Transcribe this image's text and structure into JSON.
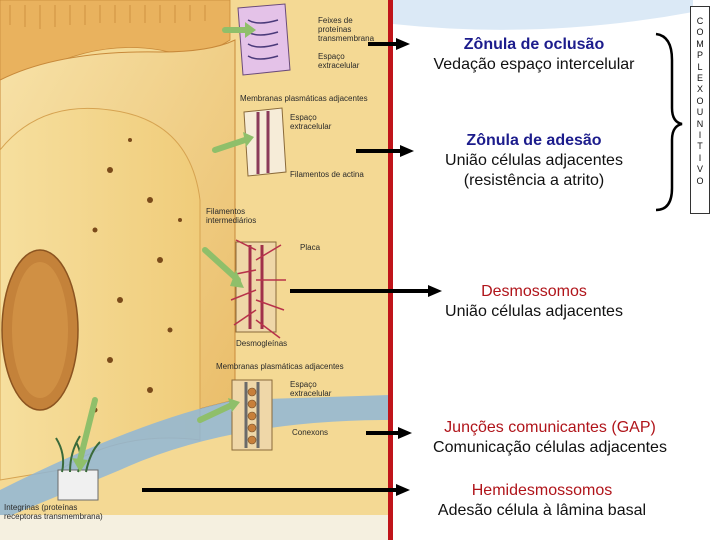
{
  "illustration": {
    "labels": {
      "transmembrane_proteins": "Feixes de proteínas transmembrana",
      "extracellular_space_1": "Espaço extracelular",
      "adjacent_membranes_1": "Membranas plasmáticas adjacentes",
      "extracellular_space_2": "Espaço extracelular",
      "actin_filaments": "Filamentos de actina",
      "intermediate_filaments": "Filamentos intermediários",
      "plaque": "Placa",
      "desmogleins": "Desmogleínas",
      "adjacent_membranes_2": "Membranas plasmáticas adjacentes",
      "extracellular_space_3": "Espaço extracelular",
      "connexons": "Conexons",
      "integrins": "Integrinas (proteínas receptoras transmembrana)"
    }
  },
  "junctions": [
    {
      "title": "Zônula de oclusão",
      "lines": [
        "Vedação espaço intercelular"
      ]
    },
    {
      "title": "Zônula de adesão",
      "lines": [
        "União células adjacentes",
        "(resistência a atrito)"
      ]
    },
    {
      "title": "Desmossomos",
      "lines": [
        "União células adjacentes"
      ]
    },
    {
      "title": "Junções comunicantes (GAP)",
      "lines": [
        "Comunicação células adjacentes"
      ]
    },
    {
      "title": "Hemidesmossomos",
      "lines": [
        "Adesão célula à lâmina basal"
      ]
    }
  ],
  "side_label": {
    "letters": [
      "C",
      "O",
      "M",
      "P",
      "L",
      "E",
      "X",
      "O",
      "U",
      "N",
      "I",
      "T",
      "I",
      "V",
      "O"
    ]
  },
  "colors": {
    "divider_red": "#c0141a",
    "title_dark": "#1c1c8c",
    "title_red": "#b0141a",
    "cell_yellow": "#f3d48a",
    "cell_orange": "#e2a24c",
    "nucleus_fill": "#c4823a",
    "arrow_green": "#8fbf6a"
  }
}
